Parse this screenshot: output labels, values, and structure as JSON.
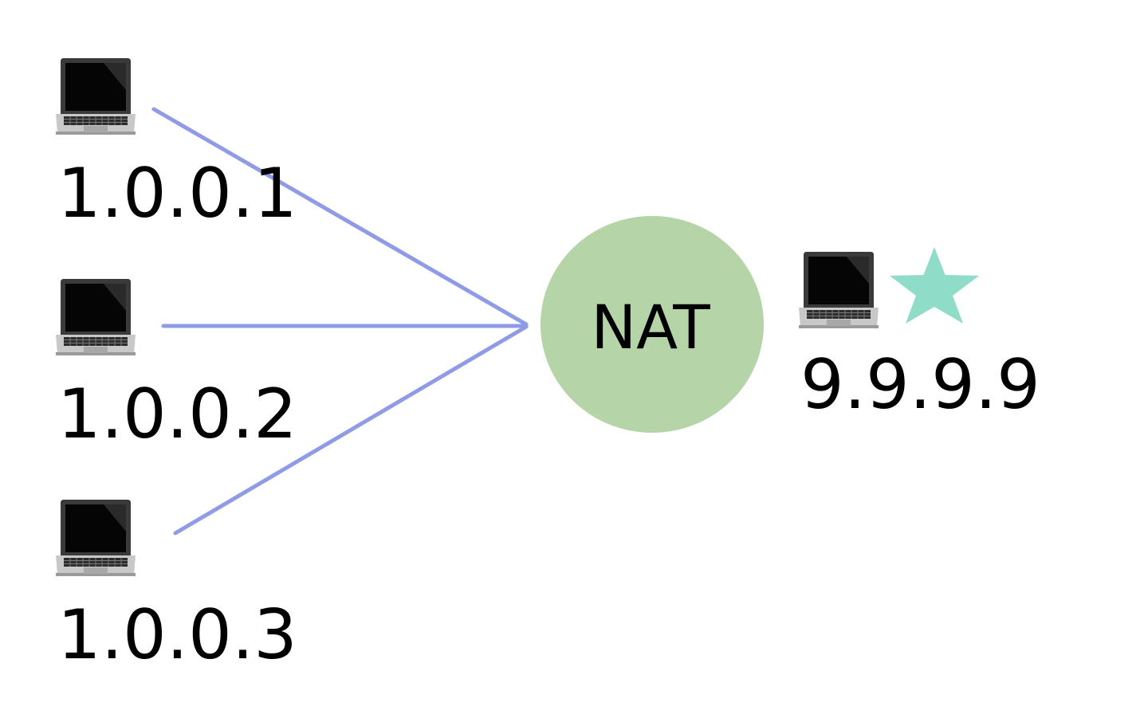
{
  "colors": {
    "link": "#8f9be6",
    "nat_fill": "#b5d4a8",
    "star": "#8fdcc8",
    "label": "#000000"
  },
  "hosts": [
    {
      "ip": "1.0.0.1",
      "icon": "laptop-icon"
    },
    {
      "ip": "1.0.0.2",
      "icon": "laptop-icon"
    },
    {
      "ip": "1.0.0.3",
      "icon": "laptop-icon"
    }
  ],
  "nat": {
    "label": "NAT"
  },
  "public_host": {
    "ip": "9.9.9.9",
    "icon": "laptop-icon",
    "marker": "star-icon"
  }
}
